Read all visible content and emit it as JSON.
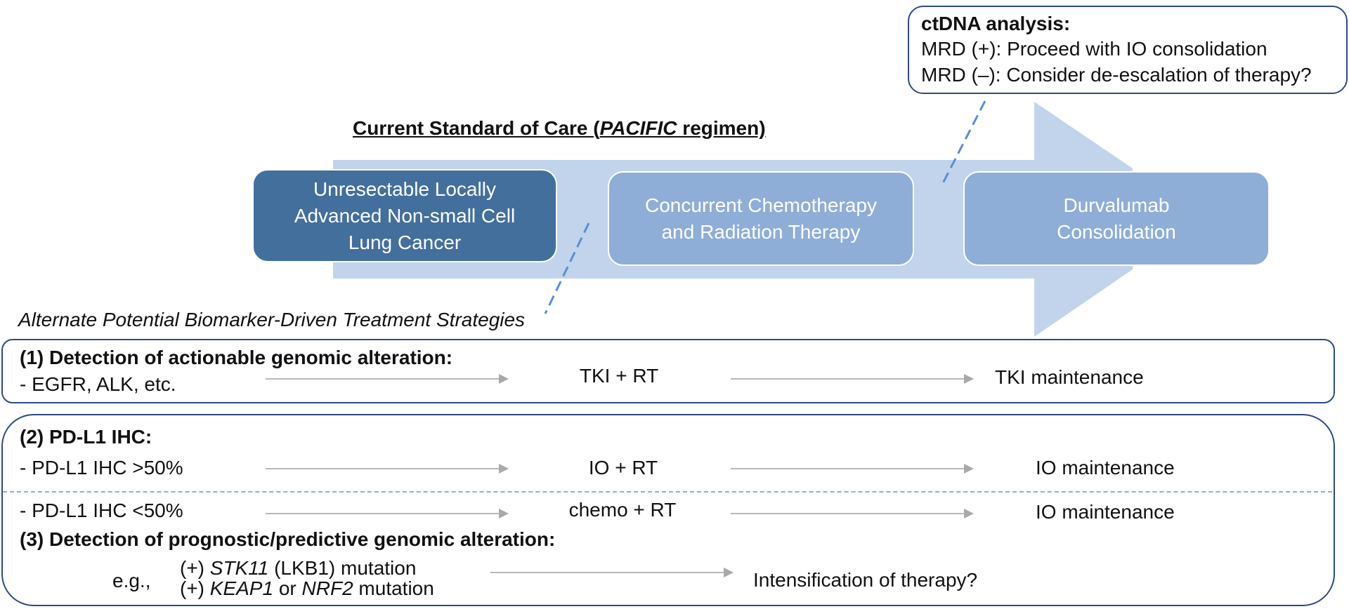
{
  "ctdna": {
    "title": "ctDNA analysis:",
    "line1": "MRD (+): Proceed with IO consolidation",
    "line2": "MRD (–): Consider de-escalation of therapy?"
  },
  "soc": {
    "title_pre": "Current Standard of Care (",
    "title_italic": "PACIFIC",
    "title_post": " regimen)",
    "stages": [
      "Unresectable Locally\nAdvanced Non-small Cell\nLung Cancer",
      "Concurrent Chemotherapy\nand Radiation Therapy",
      "Durvalumab\nConsolidation"
    ]
  },
  "alternate_heading": "Alternate Potential Biomarker-Driven Treatment Strategies",
  "strategy1": {
    "title": "(1) Detection of actionable genomic alteration:",
    "marker": "- EGFR, ALK, etc.",
    "treatment": "TKI + RT",
    "maintenance": "TKI maintenance"
  },
  "strategy2": {
    "title": "(2) PD-L1 IHC:",
    "rows": [
      {
        "marker": "- PD-L1 IHC >50%",
        "treatment": "IO + RT",
        "maintenance": "IO maintenance"
      },
      {
        "marker": "- PD-L1 IHC <50%",
        "treatment": "chemo + RT",
        "maintenance": "IO maintenance"
      }
    ]
  },
  "strategy3": {
    "title": "(3) Detection of prognostic/predictive genomic alteration:",
    "eg": "e.g.,",
    "mut1_pre": "(+) ",
    "mut1_gene": "STK11",
    "mut1_post": " (LKB1) mutation",
    "mut2_pre": "(+) ",
    "mut2_gene1": "KEAP1",
    "mut2_mid": " or ",
    "mut2_gene2": "NRF2",
    "mut2_post": " mutation",
    "outcome": "Intensification of therapy?"
  },
  "colors": {
    "big_arrow": "#c1d4ec",
    "stage_dark": "#436f9d",
    "stage_light": "#8eaed8",
    "box_border": "#2c4a86",
    "dashed_connector": "#5b8fd0",
    "arrow_gray": "#b0b0b0"
  }
}
